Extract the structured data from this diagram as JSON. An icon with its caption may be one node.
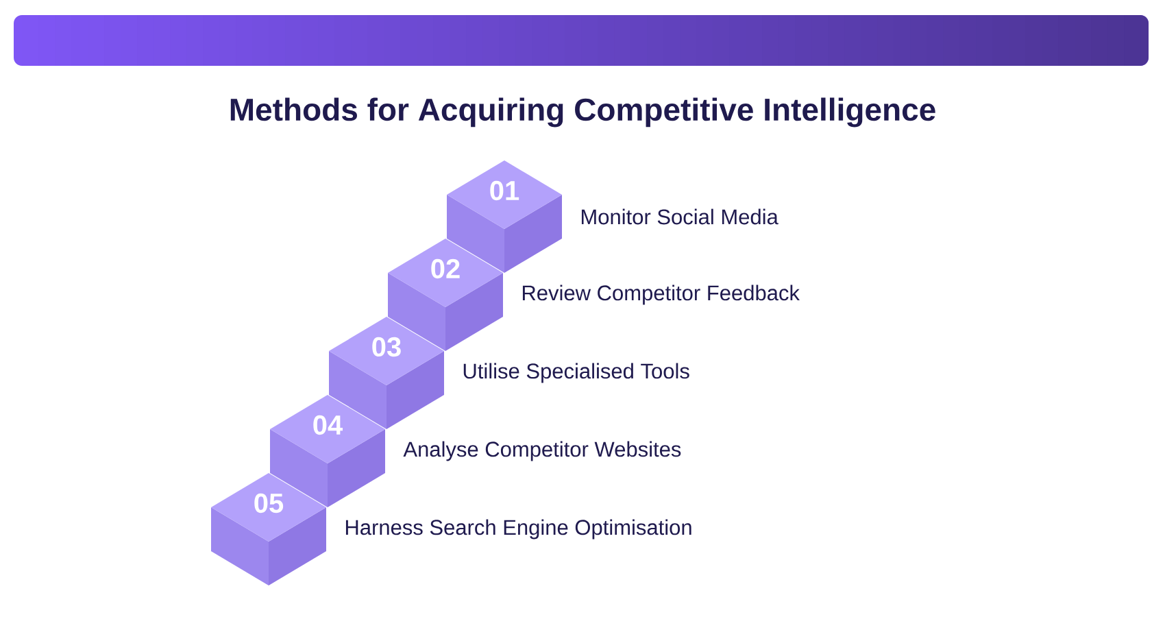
{
  "diagram": {
    "title": "Methods for Acquiring Competitive Intelligence",
    "nodes": [
      {
        "text": [
          "01"
        ],
        "beside": [
          "Monitor Social Media"
        ]
      },
      {
        "text": [
          "02"
        ],
        "beside": [
          "Review Competitor Feedback"
        ]
      },
      {
        "text": [
          "03"
        ],
        "beside": [
          "Utilise Specialised Tools"
        ]
      },
      {
        "text": [
          "04"
        ],
        "beside": [
          "Analyse Competitor Websites"
        ]
      },
      {
        "text": [
          "05"
        ],
        "beside": [
          "Harness Search Engine Optimisation"
        ]
      }
    ]
  }
}
